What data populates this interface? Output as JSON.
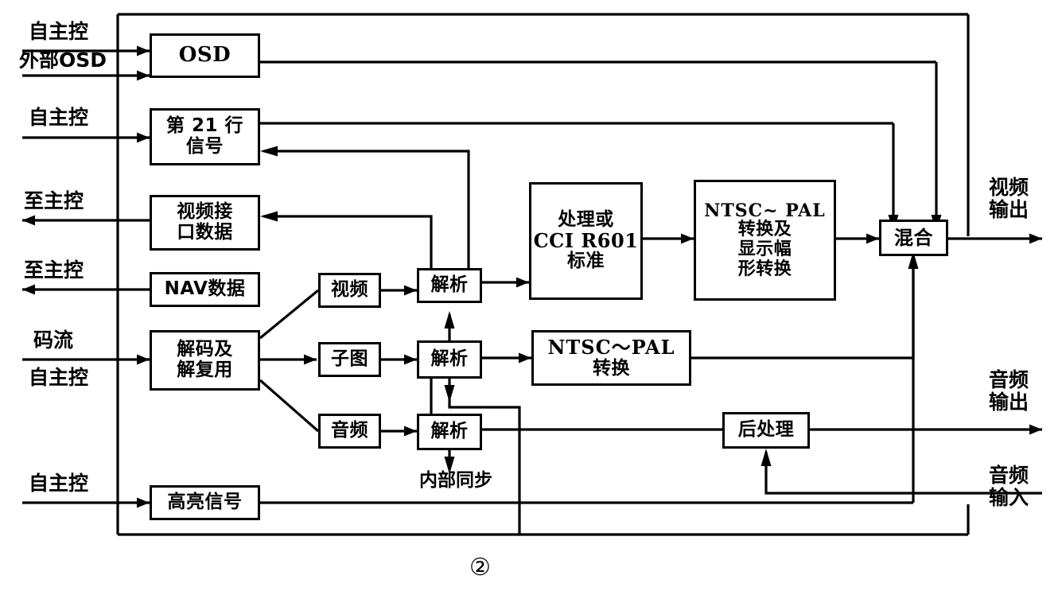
{
  "figure": {
    "number": "②",
    "caption_number": "2"
  },
  "inputs": [
    {
      "id": "in-osd-auto",
      "label": "自主控"
    },
    {
      "id": "in-external-osd",
      "label": "外部OSD"
    },
    {
      "id": "in-line21-auto",
      "label": "自主控"
    },
    {
      "id": "out-video-if",
      "label": "至主控"
    },
    {
      "id": "out-nav",
      "label": "至主控"
    },
    {
      "id": "in-bitstream",
      "label": "码流"
    },
    {
      "id": "in-decode-auto",
      "label": "自主控"
    },
    {
      "id": "in-highlight-auto",
      "label": "自主控"
    }
  ],
  "outputs": [
    {
      "id": "out-video",
      "lines": [
        "视频",
        "输出"
      ]
    },
    {
      "id": "out-audio",
      "lines": [
        "音频",
        "输出"
      ]
    },
    {
      "id": "in-audio",
      "lines": [
        "音频",
        "输入"
      ]
    }
  ],
  "blocks": [
    {
      "id": "osd",
      "lines": [
        "OSD"
      ],
      "script": "latin"
    },
    {
      "id": "line21",
      "lines": [
        "第 21 行",
        "信号"
      ],
      "script": "cjk"
    },
    {
      "id": "video-if",
      "lines": [
        "视频接",
        "口数据"
      ],
      "script": "cjk"
    },
    {
      "id": "nav-data",
      "lines": [
        "NAV数据"
      ],
      "script": "mixed"
    },
    {
      "id": "demux",
      "lines": [
        "解码及",
        "解复用"
      ],
      "script": "cjk"
    },
    {
      "id": "highlight",
      "lines": [
        "高亮信号"
      ],
      "script": "cjk"
    },
    {
      "id": "video",
      "lines": [
        "视频"
      ],
      "script": "cjk"
    },
    {
      "id": "subpicture",
      "lines": [
        "子图"
      ],
      "script": "cjk"
    },
    {
      "id": "audio",
      "lines": [
        "音频"
      ],
      "script": "cjk"
    },
    {
      "id": "parse-video",
      "lines": [
        "解析"
      ],
      "script": "cjk"
    },
    {
      "id": "parse-sub",
      "lines": [
        "解析"
      ],
      "script": "cjk"
    },
    {
      "id": "parse-audio",
      "lines": [
        "解析"
      ],
      "script": "cjk"
    },
    {
      "id": "cci601",
      "lines": [
        "处理或",
        "CCI R601",
        "标准"
      ],
      "script": "mixed"
    },
    {
      "id": "ntsc-pal-disp",
      "lines": [
        "NTSC~ PAL",
        "转换及",
        "显示幅",
        "形转换"
      ],
      "script": "mixed"
    },
    {
      "id": "ntsc-pal",
      "lines": [
        "NTSC～PAL",
        "转换"
      ],
      "script": "mixed"
    },
    {
      "id": "mixer",
      "lines": [
        "混合"
      ],
      "script": "cjk"
    },
    {
      "id": "postproc",
      "lines": [
        "后处理"
      ],
      "script": "cjk"
    }
  ],
  "annotations": [
    {
      "id": "internal-sync",
      "label": "内部同步"
    }
  ],
  "colors": {
    "ink": "#000000",
    "paper": "#ffffff"
  }
}
